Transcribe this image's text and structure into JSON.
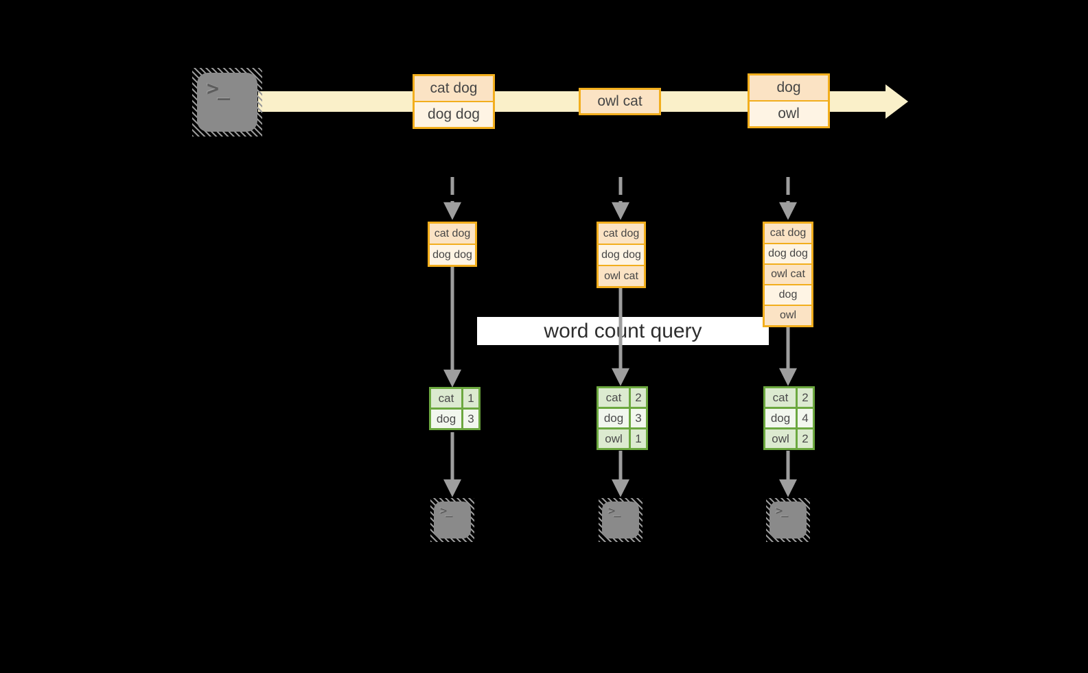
{
  "query": {
    "label": "word count query"
  },
  "icons": {
    "terminal_glyph": ">_"
  },
  "stream": {
    "batches": [
      {
        "lines": [
          "cat dog",
          "dog dog"
        ]
      },
      {
        "lines": [
          "owl cat"
        ]
      },
      {
        "lines": [
          "dog",
          "owl"
        ]
      }
    ]
  },
  "columns": [
    {
      "buffer": [
        "cat dog",
        "dog dog"
      ],
      "counts": [
        {
          "word": "cat",
          "value": "1"
        },
        {
          "word": "dog",
          "value": "3"
        }
      ]
    },
    {
      "buffer": [
        "cat dog",
        "dog dog",
        "owl cat"
      ],
      "counts": [
        {
          "word": "cat",
          "value": "2"
        },
        {
          "word": "dog",
          "value": "3"
        },
        {
          "word": "owl",
          "value": "1"
        }
      ]
    },
    {
      "buffer": [
        "cat dog",
        "dog dog",
        "owl cat",
        "dog",
        "owl"
      ],
      "counts": [
        {
          "word": "cat",
          "value": "2"
        },
        {
          "word": "dog",
          "value": "4"
        },
        {
          "word": "owl",
          "value": "2"
        }
      ]
    }
  ],
  "colors": {
    "background": "#000000",
    "stream_band": "#FAF0C9",
    "orange_border": "#F2AE1D",
    "message_fill_dark": "#FBE3C4",
    "message_fill_light": "#FEF4E4",
    "green_border": "#6CA83F",
    "count_fill_dark": "#DCEAD0",
    "count_fill_light": "#F2F7EE",
    "arrow_gray": "#9E9E9E",
    "terminal_gray": "#8A8A8A",
    "text_dark": "#4A4A4A"
  }
}
